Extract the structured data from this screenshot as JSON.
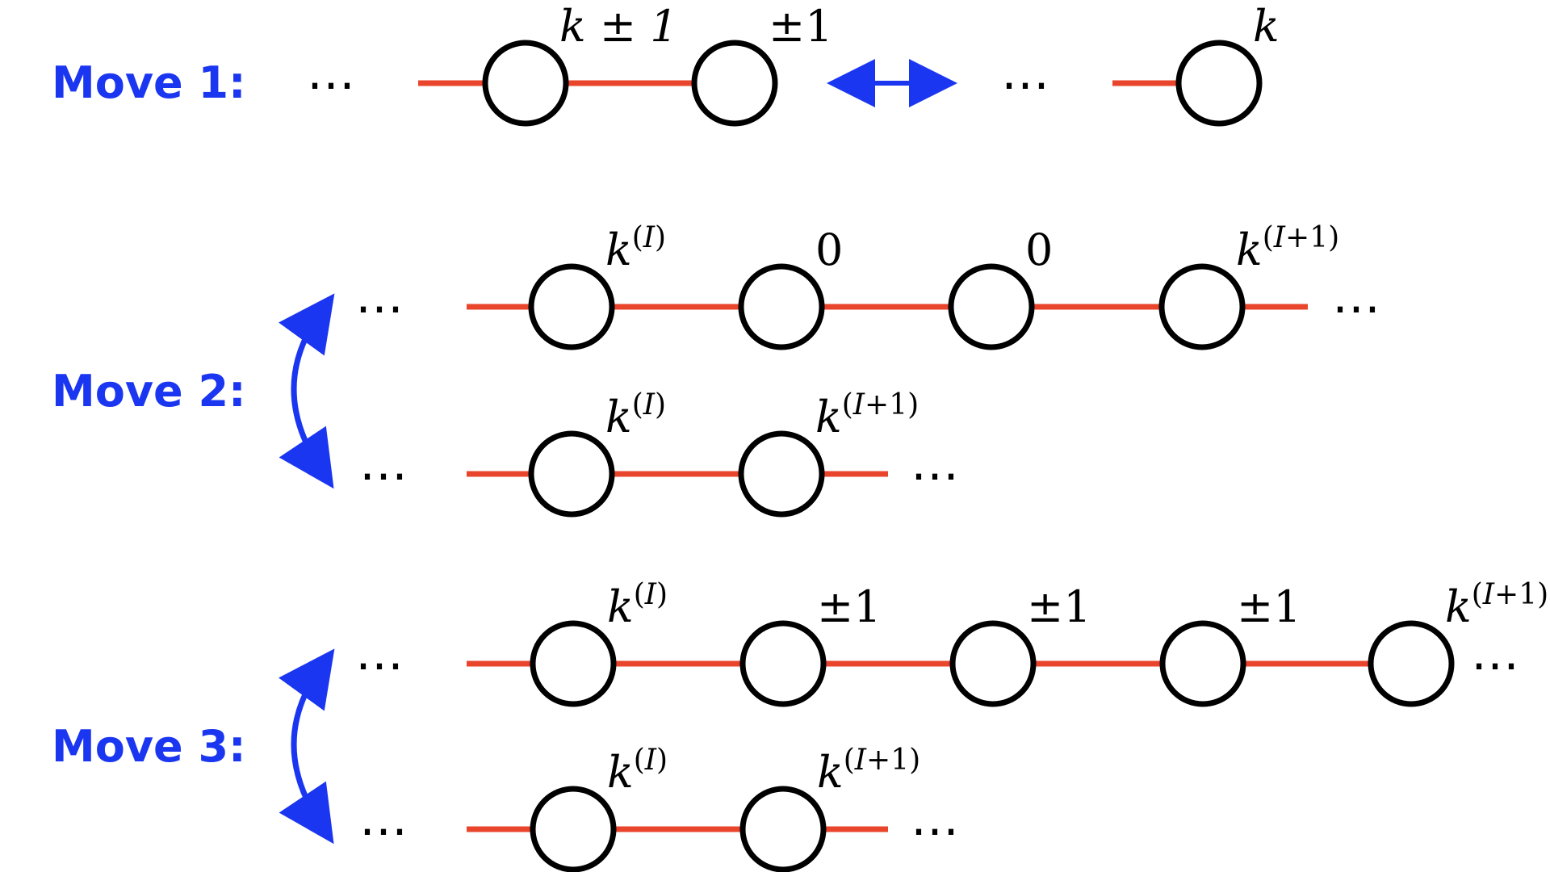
{
  "colors": {
    "link": "#e8452c",
    "node_stroke": "#000000",
    "arrow": "#1a36f0",
    "label": "#1a36f0",
    "dots": "#000000"
  },
  "ellipsis": "⋯",
  "moves": [
    {
      "label": "Move 1:",
      "arrow": "horizontal-double",
      "left": {
        "nodes": [
          {
            "base": "k ± 1",
            "sup": ""
          },
          {
            "base": "±1",
            "sup": ""
          }
        ]
      },
      "right": {
        "nodes": [
          {
            "base": "k",
            "sup": ""
          }
        ]
      }
    },
    {
      "label": "Move 2:",
      "arrow": "curved-double",
      "top": {
        "nodes": [
          {
            "base": "k",
            "sup": "(I)"
          },
          {
            "base": "0",
            "sup": ""
          },
          {
            "base": "0",
            "sup": ""
          },
          {
            "base": "k",
            "sup": "(I+1)"
          }
        ]
      },
      "bottom": {
        "nodes": [
          {
            "base": "k",
            "sup": "(I)"
          },
          {
            "base": "k",
            "sup": "(I+1)"
          }
        ]
      }
    },
    {
      "label": "Move 3:",
      "arrow": "curved-double",
      "top": {
        "nodes": [
          {
            "base": "k",
            "sup": "(I)"
          },
          {
            "base": "±1",
            "sup": ""
          },
          {
            "base": "±1",
            "sup": ""
          },
          {
            "base": "±1",
            "sup": ""
          },
          {
            "base": "k",
            "sup": "(I+1)"
          }
        ]
      },
      "bottom": {
        "nodes": [
          {
            "base": "k",
            "sup": "(I)"
          },
          {
            "base": "k",
            "sup": "(I+1)"
          }
        ]
      }
    }
  ]
}
